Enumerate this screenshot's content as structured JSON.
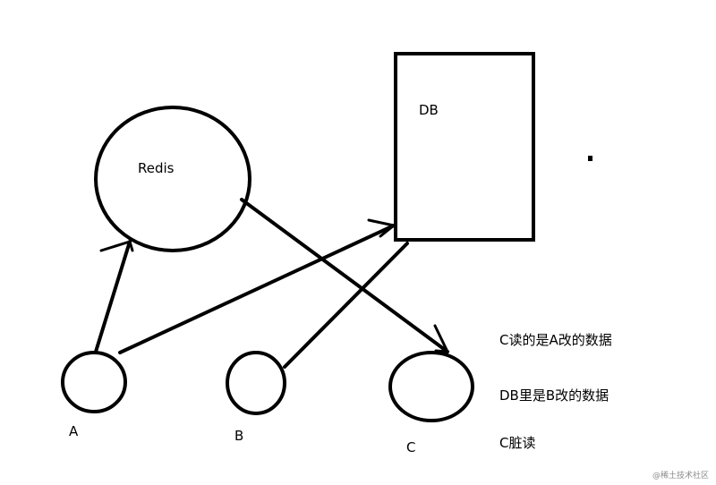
{
  "nodes": {
    "redis": "Redis",
    "db": "DB",
    "a": "A",
    "b": "B",
    "c": "C"
  },
  "notes": [
    "C读的是A改的数据",
    "DB里是B改的数据",
    "C脏读"
  ],
  "watermark": "@稀土技术社区"
}
